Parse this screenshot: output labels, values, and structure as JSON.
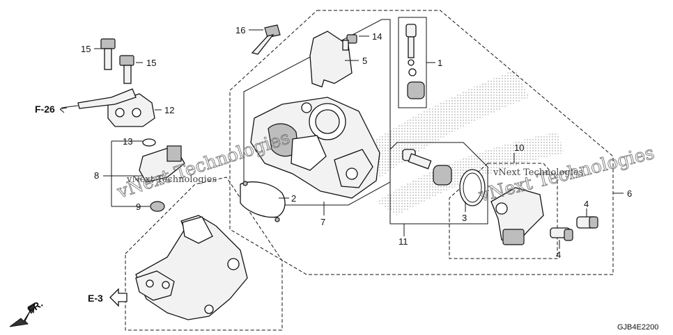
{
  "diagram": {
    "code": "GJB4E2200",
    "watermark_big": "vNext Technologies",
    "watermark_small": "vNext Technologies",
    "refs": {
      "f26": "F-26",
      "e3": "E-3",
      "fr": "FR."
    },
    "callouts": [
      "1",
      "2",
      "3",
      "4",
      "4",
      "5",
      "6",
      "7",
      "8",
      "9",
      "10",
      "11",
      "12",
      "13",
      "14",
      "15",
      "15",
      "16"
    ]
  }
}
